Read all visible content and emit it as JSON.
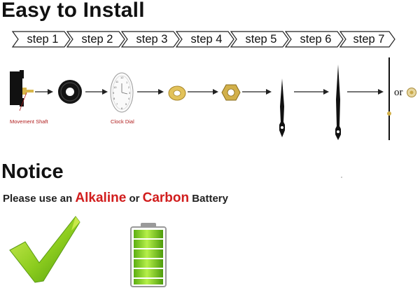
{
  "title": "Easy to Install",
  "steps": [
    "step 1",
    "step 2",
    "step 3",
    "step 4",
    "step 5",
    "step 6",
    "step 7"
  ],
  "parts": {
    "movement_caption": "Movement Shaft",
    "dial_caption": "Clock Dial",
    "or_label": "or"
  },
  "notice": {
    "heading": "Notice",
    "prefix": "Please use an",
    "alkaline": "Alkaline",
    "or": "or",
    "carbon": "Carbon",
    "suffix": "Battery"
  },
  "colors": {
    "warning_red": "#d11d1d",
    "caption_red": "#b01d1d",
    "check_green": "#8ccc1e",
    "battery_green": "#7ed21b",
    "brass": "#d8b64a"
  },
  "icons": [
    "check-mark-icon",
    "battery-icon"
  ]
}
